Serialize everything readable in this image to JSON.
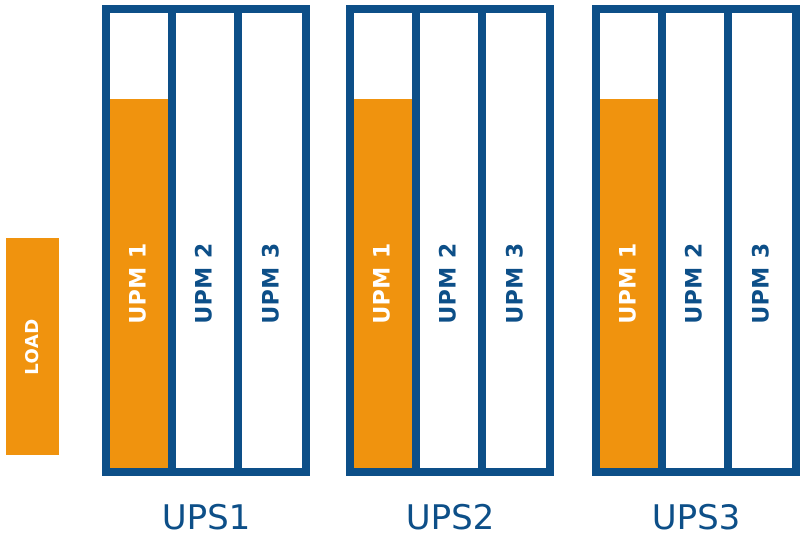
{
  "colors": {
    "frame": "#0d4f88",
    "load": "#f0930e",
    "active_text": "#ffffff",
    "idle_text": "#0d4f88"
  },
  "load": {
    "label": "LOAD"
  },
  "units": [
    {
      "name": "UPS1",
      "modules": [
        {
          "label": "UPM 1",
          "fill": 0.81
        },
        {
          "label": "UPM 2",
          "fill": 0
        },
        {
          "label": "UPM 3",
          "fill": 0
        }
      ]
    },
    {
      "name": "UPS2",
      "modules": [
        {
          "label": "UPM 1",
          "fill": 0.81
        },
        {
          "label": "UPM 2",
          "fill": 0
        },
        {
          "label": "UPM 3",
          "fill": 0
        }
      ]
    },
    {
      "name": "UPS3",
      "modules": [
        {
          "label": "UPM 1",
          "fill": 0.81
        },
        {
          "label": "UPM 2",
          "fill": 0
        },
        {
          "label": "UPM 3",
          "fill": 0
        }
      ]
    }
  ]
}
